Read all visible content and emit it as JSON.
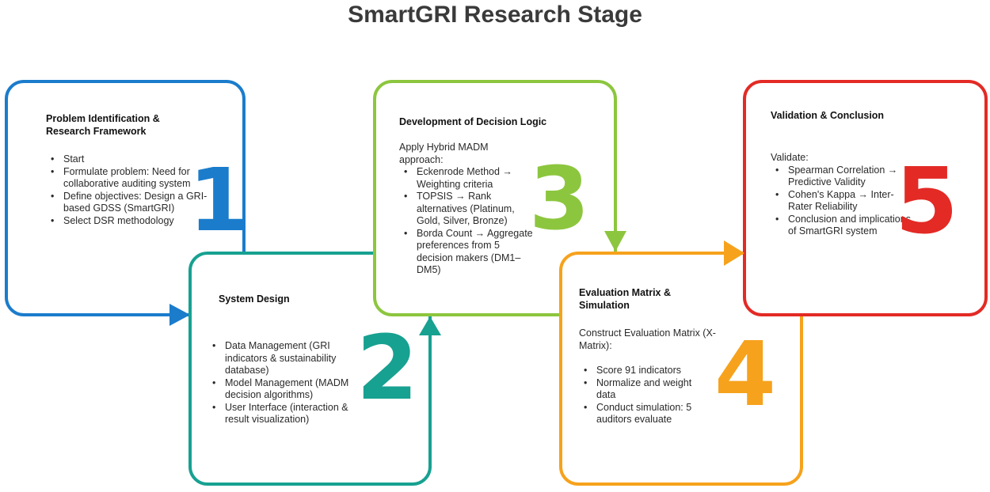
{
  "title": "SmartGRI Research Stage",
  "colors": {
    "stage1": "#1b7ccc",
    "stage2": "#17a191",
    "stage3": "#8cc63e",
    "stage4": "#f6a21c",
    "stage5": "#e32a25"
  },
  "stages": [
    {
      "number": "1",
      "heading": "Problem Identification & Research Framework",
      "intro": "",
      "items": [
        "Start",
        "Formulate problem: Need for collaborative auditing system",
        "Define objectives: Design a GRI-based GDSS (SmartGRI)",
        "Select DSR methodology"
      ]
    },
    {
      "number": "2",
      "heading": "System Design",
      "intro": "",
      "items": [
        "Data Management (GRI indicators & sustainability database)",
        "Model Management (MADM decision algorithms)",
        "User Interface (interaction & result visualization)"
      ]
    },
    {
      "number": "3",
      "heading": "Development of Decision Logic",
      "intro": "Apply Hybrid MADM approach:",
      "items": [
        "Eckenrode Method → Weighting criteria",
        "TOPSIS → Rank alternatives (Platinum, Gold, Silver, Bronze)",
        "Borda Count → Aggregate preferences from 5 decision makers (DM1–DM5)"
      ]
    },
    {
      "number": "4",
      "heading": "Evaluation Matrix & Simulation",
      "intro": "Construct Evaluation Matrix (X-Matrix):",
      "items": [
        "Score 91 indicators",
        "Normalize and weight data",
        "Conduct simulation: 5 auditors evaluate"
      ]
    },
    {
      "number": "5",
      "heading": "Validation & Conclusion",
      "intro": "Validate:",
      "items": [
        "Spearman Correlation → Predictive Validity",
        "Cohen's Kappa → Inter-Rater Reliability",
        "Conclusion and implications of SmartGRI system"
      ]
    }
  ]
}
